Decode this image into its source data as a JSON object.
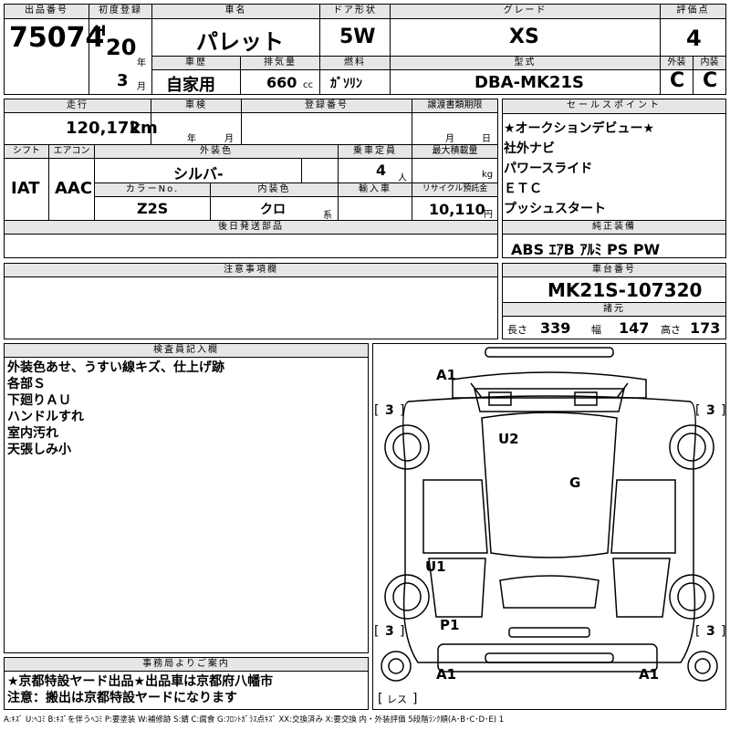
{
  "header": {
    "lot_label": "出品番号",
    "lot_no": "75074",
    "first_reg_label": "初度登録",
    "era": "H",
    "year": "20",
    "year_unit": "年",
    "month": "3",
    "month_unit": "月",
    "car_name_label": "車名",
    "car_name": "パレット",
    "door_label": "ドア形状",
    "door": "5W",
    "grade_label": "グレード",
    "grade": "XS",
    "score_label": "評価点",
    "score": "4",
    "history_label": "車歴",
    "history": "自家用",
    "displacement_label": "排気量",
    "displacement": "660",
    "displacement_unit": "cc",
    "fuel_label": "燃料",
    "fuel": "ｶﾞｿﾘﾝ",
    "model_label": "型式",
    "model": "DBA-MK21S",
    "ext_label": "外装",
    "ext_grade": "C",
    "int_label": "内装",
    "int_grade": "C"
  },
  "details": {
    "mileage_label": "走行",
    "mileage": "120,172",
    "mileage_unit": "km",
    "inspection_label": "車検",
    "insp_year_unit": "年",
    "insp_month_unit": "月",
    "reg_no_label": "登録番号",
    "transfer_label": "譲渡書類期限",
    "transfer_month_unit": "月",
    "transfer_day_unit": "日",
    "shift_label": "シフト",
    "shift": "IAT",
    "ac_label": "エアコン",
    "ac": "AAC",
    "color_label": "外装色",
    "color": "シルバ-",
    "capacity_label": "乗車定員",
    "capacity": "4",
    "capacity_unit": "人",
    "maxload_label": "最大積載量",
    "maxload_unit": "kg",
    "color_no_label": "カラーNo.",
    "color_no": "Z2S",
    "int_color_label": "内装色",
    "int_color": "クロ",
    "int_color_unit": "系",
    "import_label": "輸入車",
    "recycle_label": "リサイクル預託金",
    "recycle": "10,110",
    "recycle_unit": "円",
    "later_label": "後日発送部品"
  },
  "sales": {
    "label": "セールスポイント",
    "lines": [
      "★オークションデビュー★",
      "社外ナビ",
      "パワースライド",
      "ＥＴＣ",
      "プッシュスタート"
    ]
  },
  "equipment": {
    "label": "純正装備",
    "items": "ABS ｴｱB ｱﾙﾐ PS PW"
  },
  "caution": {
    "label": "注意事項欄"
  },
  "chassis": {
    "label": "車台番号",
    "number": "MK21S-107320",
    "dims_label": "諸元",
    "length_label": "長さ",
    "length": "339",
    "width_label": "幅",
    "width": "147",
    "height_label": "高さ",
    "height": "173"
  },
  "inspector": {
    "label": "検査員記入欄",
    "lines": [
      "外装色あせ、うすい線キズ、仕上げ跡",
      "各部Ｓ",
      "下廻りＡＵ",
      "ハンドルすれ",
      "室内汚れ",
      "天張しみ小"
    ]
  },
  "office": {
    "label": "事務局よりご案内",
    "lines": [
      "★京都特設ヤード出品★出品車は京都府八幡市",
      "注意：搬出は京都特設ヤードになります"
    ]
  },
  "diagram": {
    "marks": {
      "a1_top": "A1",
      "u2": "U2",
      "g": "G",
      "u1": "U1",
      "p1": "P1",
      "a1_bl": "A1",
      "a1_br": "A1",
      "t_fl": "3",
      "t_fr": "3",
      "t_rl": "3",
      "t_rr": "3",
      "less": "レス"
    }
  },
  "legend": "A:ｷｽﾞ U:ﾍｺﾐ B:ｷｽﾞを伴うﾍｺﾐ P:要塗装 W:補修跡 S:錆 C:腐食 G:ﾌﾛﾝﾄｶﾞﾗｽ点ｷｽﾞ XX:交換済み X:要交換 内・外装評価 5段階ﾗﾝｸ順(A･B･C･D･E) 1"
}
